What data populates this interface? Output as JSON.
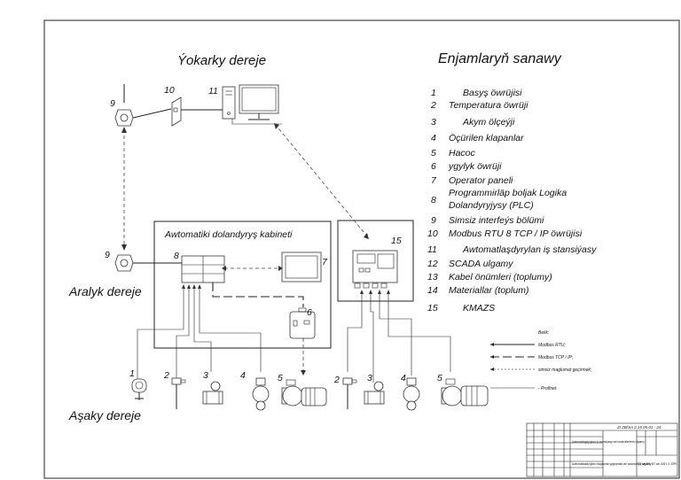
{
  "levels": {
    "upper": "Ýokarky dereje",
    "middle": "Aralyk dereje",
    "lower": "Aşaky dereje"
  },
  "legend_title": "Enjamlaryň sanawy",
  "equipment_list": [
    {
      "num": "1",
      "label": "Basyş öwrüjisi"
    },
    {
      "num": "2",
      "label": "Temperatura öwrüji"
    },
    {
      "num": "3",
      "label": "Akym ölçeýji"
    },
    {
      "num": "4",
      "label": "Öçürilen klapanlar"
    },
    {
      "num": "5",
      "label": "Hacoc"
    },
    {
      "num": "6",
      "label": "ygylyk öwrüji"
    },
    {
      "num": "7",
      "label": "Operator paneli"
    },
    {
      "num": "8",
      "label": "Programmirläp boljak Logika",
      "label2": "Dolandyryjysy (PLC)"
    },
    {
      "num": "9",
      "label": "Simsiz interfeýs bölümi"
    },
    {
      "num": "10",
      "label": "Modbus RTU 8 TCP / IP öwrüjisi"
    },
    {
      "num": "11",
      "label": "Awtomatlaşdyrylan iş stansiýasy"
    },
    {
      "num": "12",
      "label": "SCADA ulgamy"
    },
    {
      "num": "13",
      "label": "Kabel önümleri (toplumy)"
    },
    {
      "num": "14",
      "label": "Materiallar (toplum)"
    },
    {
      "num": "15",
      "label": "KMAZS"
    }
  ],
  "cabinet_title": "Awtomatiki dolandyryş kabineti",
  "callouts": {
    "n9a": "9",
    "n10": "10",
    "n11": "11",
    "n9b": "9",
    "n8": "8",
    "n7": "7",
    "n6": "6",
    "n15": "15",
    "b1": "1",
    "b2": "2",
    "b3": "3",
    "b4": "4",
    "b5": "5",
    "c2": "2",
    "c3": "3",
    "c4": "4",
    "c5": "5"
  },
  "line_legend": {
    "title": "Belik:",
    "items": [
      "Modbus RTU;",
      "Modbus TCP / IP;",
      "simsiz maglumat geçirmek;",
      "- Profinet."
    ]
  },
  "title_block": {
    "code": "ZI 2B/SA 2.15.05.01 - 24",
    "desc1": "Awtomatlaşdyrylan iş stansiýasy we kontrollerleriň ulgamy",
    "desc2": "Awtomatlaşdyrylan maglumat ýygnamak we dolandyryş ulgamy",
    "org": "ÝT we DS, BT we UAH, 4 JÖPr."
  }
}
